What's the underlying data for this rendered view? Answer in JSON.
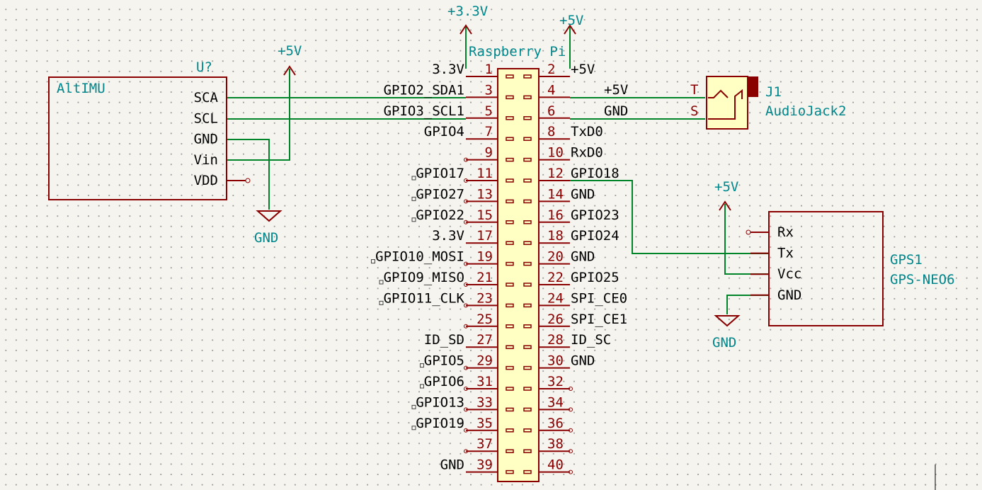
{
  "rpi": {
    "title": "Raspberry Pi",
    "left_pins": [
      {
        "num": "1",
        "name": "3.3V"
      },
      {
        "num": "3",
        "name": "GPIO2_SDA1"
      },
      {
        "num": "5",
        "name": "GPIO3_SCL1"
      },
      {
        "num": "7",
        "name": "GPIO4"
      },
      {
        "num": "9",
        "name": ""
      },
      {
        "num": "11",
        "name": "GPIO17"
      },
      {
        "num": "13",
        "name": "GPIO27"
      },
      {
        "num": "15",
        "name": "GPIO22"
      },
      {
        "num": "17",
        "name": "3.3V"
      },
      {
        "num": "19",
        "name": "GPIO10_MOSI"
      },
      {
        "num": "21",
        "name": "GPIO9_MISO"
      },
      {
        "num": "23",
        "name": "GPIO11_CLK"
      },
      {
        "num": "25",
        "name": ""
      },
      {
        "num": "27",
        "name": "ID_SD"
      },
      {
        "num": "29",
        "name": "GPIO5"
      },
      {
        "num": "31",
        "name": "GPIO6"
      },
      {
        "num": "33",
        "name": "GPIO13"
      },
      {
        "num": "35",
        "name": "GPIO19"
      },
      {
        "num": "37",
        "name": ""
      },
      {
        "num": "39",
        "name": "GND"
      }
    ],
    "right_pins": [
      {
        "num": "2",
        "name": "+5V"
      },
      {
        "num": "4",
        "name": ""
      },
      {
        "num": "6",
        "name": ""
      },
      {
        "num": "8",
        "name": "TxD0"
      },
      {
        "num": "10",
        "name": "RxD0"
      },
      {
        "num": "12",
        "name": "GPIO18"
      },
      {
        "num": "14",
        "name": "GND"
      },
      {
        "num": "16",
        "name": "GPIO23"
      },
      {
        "num": "18",
        "name": "GPIO24"
      },
      {
        "num": "20",
        "name": "GND"
      },
      {
        "num": "22",
        "name": "GPIO25"
      },
      {
        "num": "24",
        "name": "SPI_CE0"
      },
      {
        "num": "26",
        "name": "SPI_CE1"
      },
      {
        "num": "28",
        "name": "ID_SC"
      },
      {
        "num": "30",
        "name": "GND"
      },
      {
        "num": "32",
        "name": ""
      },
      {
        "num": "34",
        "name": ""
      },
      {
        "num": "36",
        "name": ""
      },
      {
        "num": "38",
        "name": ""
      },
      {
        "num": "40",
        "name": ""
      }
    ]
  },
  "altimu": {
    "ref": "U?",
    "name": "AltIMU",
    "pins": [
      "SCA",
      "SCL",
      "GND",
      "Vin",
      "VDD"
    ]
  },
  "jack": {
    "ref": "J1",
    "value": "AudioJack2",
    "pin_t": "T",
    "pin_s": "S"
  },
  "gps": {
    "ref": "GPS1",
    "value": "GPS-NEO6",
    "pins": [
      "Rx",
      "Tx",
      "Vcc",
      "GND"
    ]
  },
  "net_labels": {
    "pin4": "+5V",
    "pin6": "GND"
  },
  "power": {
    "p3v3": "+3.3V",
    "p5v_top": "+5V",
    "p5v_imu": "+5V",
    "p5v_gps": "+5V",
    "gnd_imu": "GND",
    "gnd_gps": "GND"
  },
  "colors": {
    "wire": "#00842a",
    "symbol": "#8a0000",
    "symbol_fill": "#ffffc4",
    "reference": "#00868b",
    "background": "#f5f4ef"
  }
}
